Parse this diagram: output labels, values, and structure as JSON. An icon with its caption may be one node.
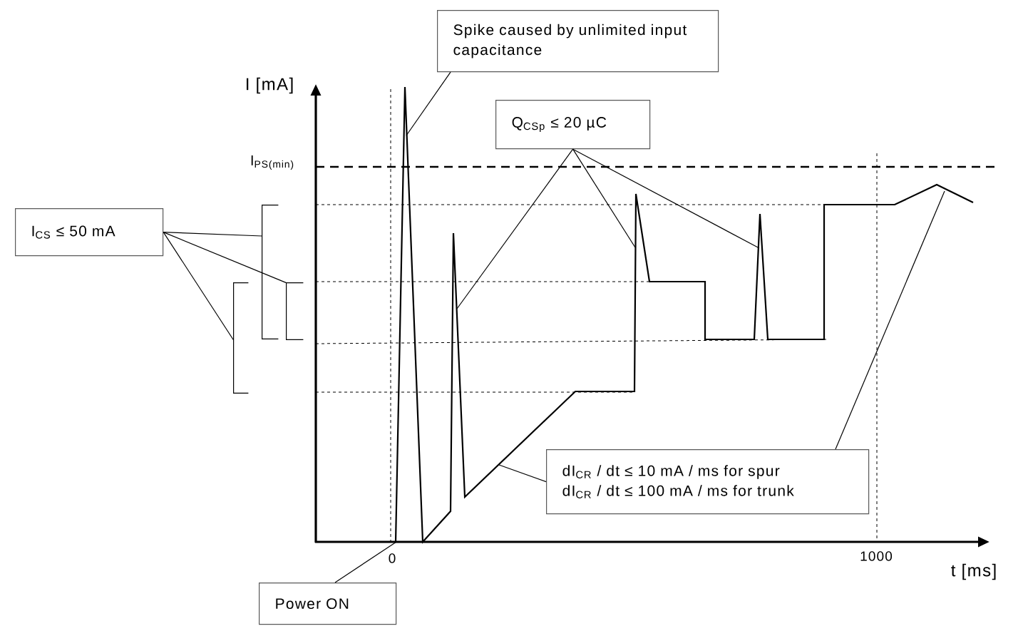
{
  "diagram": {
    "nodes": [
      {
        "text": [
          "Spike caused by unlimited input capacitance"
        ]
      },
      {
        "text": [
          "Q$_{CSp}$ ≤ 20 µC"
        ]
      },
      {
        "text": [
          "I$_{CS}$ ≤ 50 mA"
        ]
      },
      {
        "text": [
          "dI$_{CR}$ / dt ≤ 10 mA / ms for spur",
          "dI$_{CR}$ / dt ≤ 100 mA / ms for trunk"
        ]
      },
      {
        "text": [
          "Power ON"
        ]
      },
      {
        "text": [],
        "shape": "bracket"
      },
      {
        "text": [],
        "shape": "bracket"
      },
      {
        "text": [],
        "shape": "bracket"
      }
    ],
    "edges": [
      {
        "from": 0,
        "to": null,
        "arrow": "none"
      },
      {
        "from": 1,
        "to": null,
        "arrow": "none"
      },
      {
        "from": 1,
        "to": null,
        "arrow": "none"
      },
      {
        "from": 1,
        "to": null,
        "arrow": "none"
      },
      {
        "from": 2,
        "to": 5,
        "arrow": "none"
      },
      {
        "from": 2,
        "to": 6,
        "arrow": "none"
      },
      {
        "from": 2,
        "to": 7,
        "arrow": "none"
      },
      {
        "from": 3,
        "to": null,
        "arrow": "none"
      },
      {
        "from": 3,
        "to": null,
        "arrow": "none"
      },
      {
        "from": 4,
        "to": null,
        "arrow": "none"
      }
    ],
    "labels": [
      "I [mA]",
      "I$_{PS(min)}$",
      "0",
      "1000",
      "t [ms]"
    ]
  }
}
